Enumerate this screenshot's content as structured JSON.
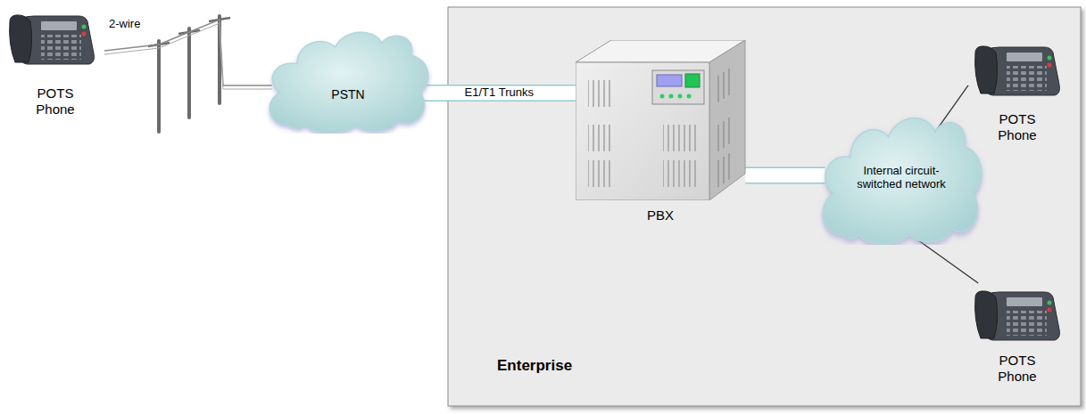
{
  "diagram": {
    "nodes": [
      {
        "text": [
          "POTS Phone"
        ]
      },
      {
        "text": [
          "PSTN"
        ]
      },
      {
        "text": [
          "Enterprise"
        ]
      },
      {
        "text": [
          "PBX"
        ],
        "in": 2
      },
      {
        "text": [
          "POTS Phone"
        ],
        "in": 2
      },
      {
        "text": [
          "Internal circuit-switched network"
        ],
        "in": 2
      },
      {
        "text": [
          "POTS Phone"
        ],
        "in": 2
      }
    ],
    "edges": [
      {
        "from": 0,
        "to": 1,
        "label": "2-wire",
        "arrow": "none"
      },
      {
        "from": 1,
        "to": 3,
        "label": "E1/T1 Trunks",
        "arrow": "none"
      },
      {
        "from": 3,
        "to": 5,
        "arrow": "none"
      },
      {
        "from": 5,
        "to": 4,
        "arrow": "none"
      },
      {
        "from": 5,
        "to": 6,
        "arrow": "none"
      }
    ]
  }
}
